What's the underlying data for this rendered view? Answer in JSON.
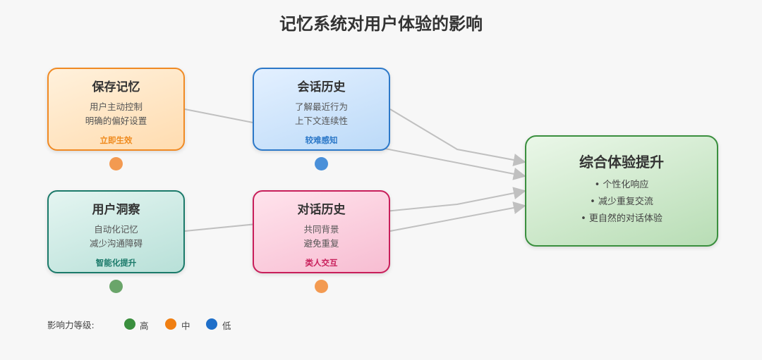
{
  "title": "记忆系统对用户体验的影响",
  "colors": {
    "high": "#3a8f3e",
    "medium": "#f08a24",
    "low": "#2c78c8",
    "arrow": "#c0c0c0"
  },
  "boxes": {
    "save": {
      "title": "保存记忆",
      "lines": [
        "用户主动控制",
        "明确的偏好设置"
      ],
      "impact": "立即生效",
      "impact_color": "#ef8a1d",
      "dot_color": "#f39a51"
    },
    "conversation": {
      "title": "会话历史",
      "lines": [
        "了解最近行为",
        "上下文连续性"
      ],
      "impact": "较难感知",
      "impact_color": "#2c78c8",
      "dot_color": "#4a90d9"
    },
    "insight": {
      "title": "用户洞察",
      "lines": [
        "自动化记忆",
        "减少沟通障碍"
      ],
      "impact": "智能化提升",
      "impact_color": "#1b7a6a",
      "dot_color": "#6aa56a"
    },
    "dialogue": {
      "title": "对话历史",
      "lines": [
        "共同背景",
        "避免重复"
      ],
      "impact": "类人交互",
      "impact_color": "#c81e5a",
      "dot_color": "#f39a51"
    }
  },
  "result": {
    "title": "综合体验提升",
    "items": [
      "• 个性化响应",
      "• 减少重复交流",
      "• 更自然的对话体验"
    ]
  },
  "legend": {
    "label": "影响力等级:",
    "items": [
      {
        "text": "高",
        "color": "#3a8f3e"
      },
      {
        "text": "中",
        "color": "#f07f12"
      },
      {
        "text": "低",
        "color": "#1f6fc9"
      }
    ]
  }
}
